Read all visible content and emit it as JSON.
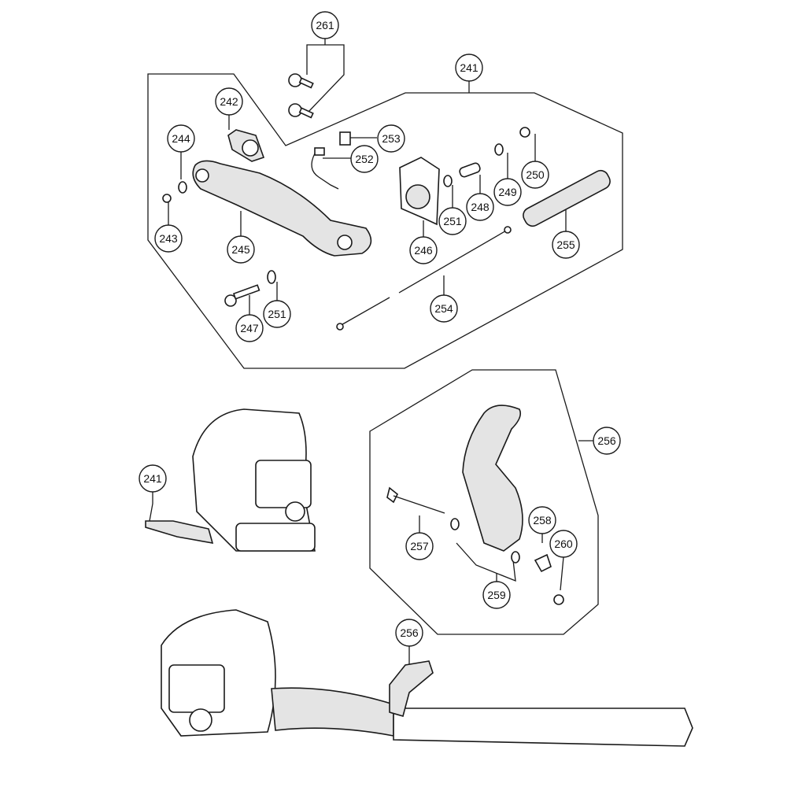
{
  "diagram": {
    "type": "exploded parts diagram",
    "callouts": {
      "c261": "261",
      "c241a": "241",
      "c242": "242",
      "c244": "244",
      "c253": "253",
      "c252": "252",
      "c250": "250",
      "c249": "249",
      "c248": "248",
      "c251a": "251",
      "c246": "246",
      "c255": "255",
      "c243": "243",
      "c245": "245",
      "c247": "247",
      "c251b": "251",
      "c254": "254",
      "c256a": "256",
      "c241b": "241",
      "c257": "257",
      "c258": "258",
      "c260": "260",
      "c259": "259",
      "c256b": "256"
    }
  }
}
